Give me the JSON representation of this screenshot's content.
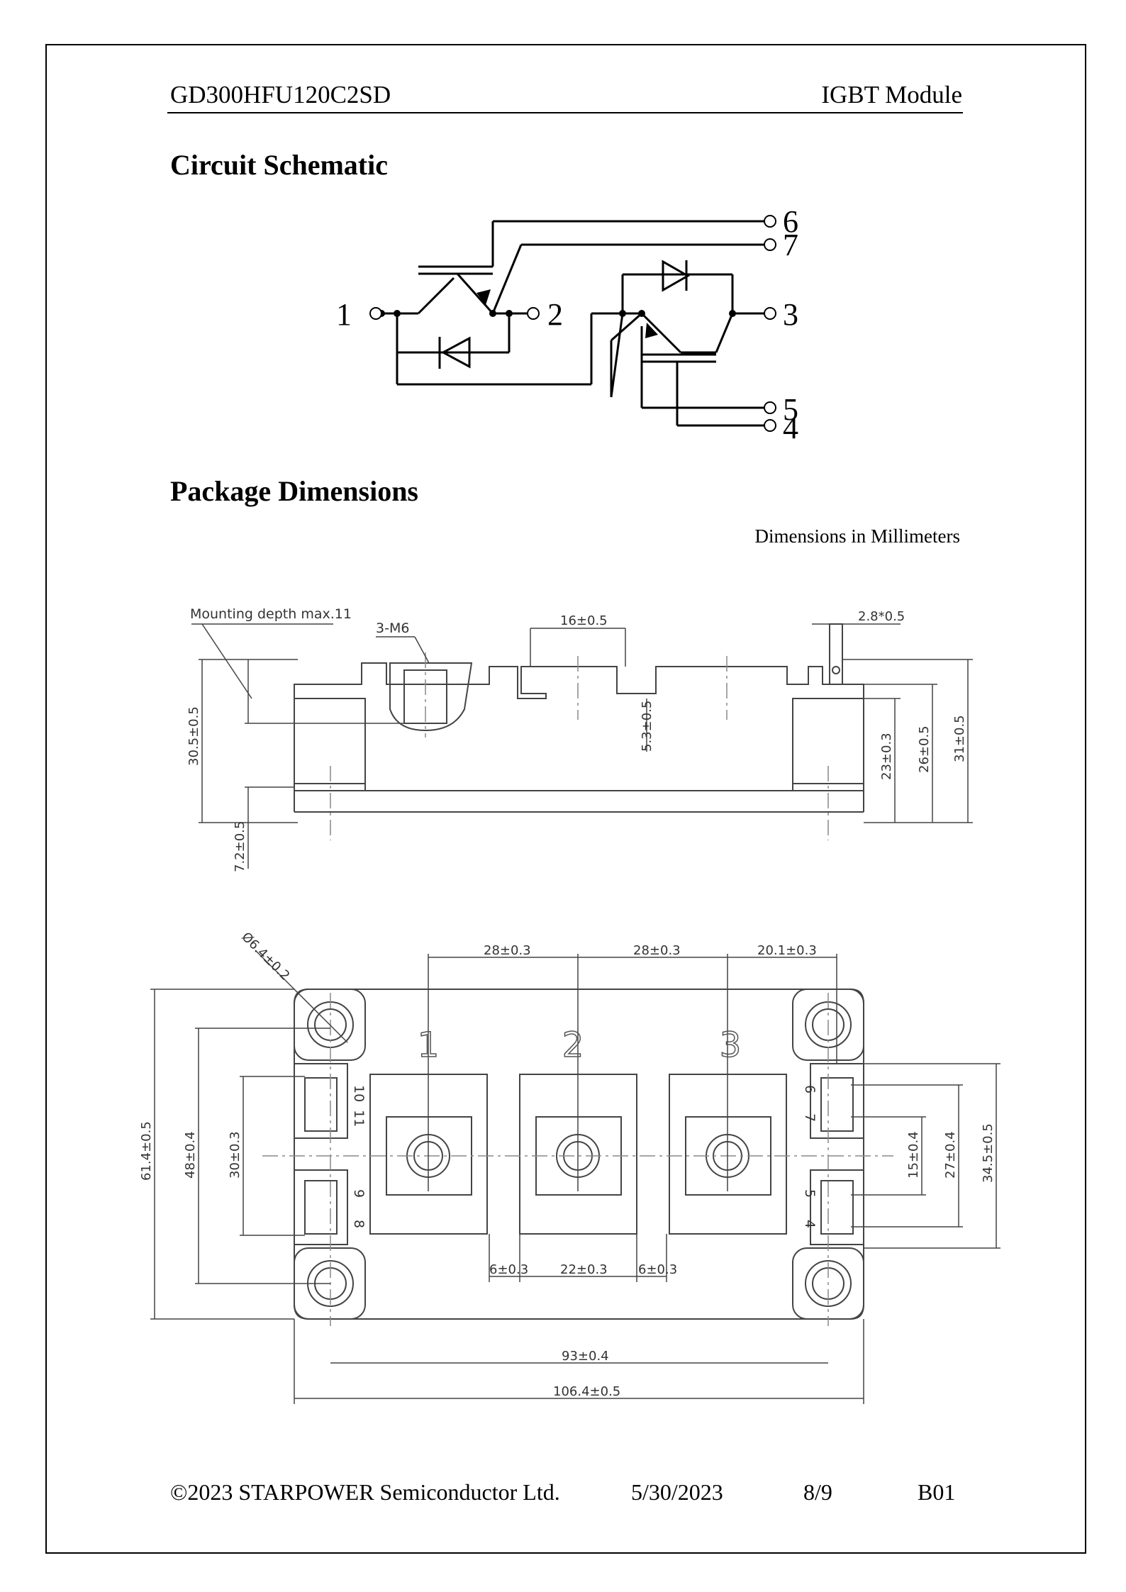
{
  "header": {
    "part_number": "GD300HFU120C2SD",
    "product_type": "IGBT Module"
  },
  "sections": {
    "schematic_title": "Circuit Schematic",
    "package_title": "Package Dimensions",
    "units_note": "Dimensions in Millimeters"
  },
  "schematic": {
    "pins": [
      "1",
      "2",
      "3",
      "4",
      "5",
      "6",
      "7"
    ]
  },
  "side_view": {
    "mounting_note": "Mounting depth max.11",
    "thread_note": "3-M6",
    "dims": {
      "terminal_width": "16±0.5",
      "pin_size": "2.8*0.5",
      "terminal_recess": "5.3±0.5",
      "height_total": "30.5±0.5",
      "base_height": "7.2±0.5",
      "h23": "23±0.3",
      "h26": "26±0.5",
      "h31": "31±0.5"
    }
  },
  "top_view": {
    "terminal_labels": [
      "1",
      "2",
      "3"
    ],
    "aux_pin_labels": [
      "10",
      "11",
      "9",
      "8",
      "6",
      "7",
      "5",
      "4"
    ],
    "dims": {
      "hole_dia": "Ø6.4±0.2",
      "pitch1": "28±0.3",
      "pitch2": "28±0.3",
      "pitch3": "20.1±0.3",
      "width_overall": "61.4±0.5",
      "hole_spacing_v": "48±0.4",
      "aux_span_left": "30±0.3",
      "aux_pitch_right": "15±0.4",
      "aux_span_right": "27±0.4",
      "aux_outer_right": "34.5±0.5",
      "term_gap_left": "6±0.3",
      "term_width": "22±0.3",
      "term_gap_right": "6±0.3",
      "hole_spacing_h": "93±0.4",
      "length_overall": "106.4±0.5"
    }
  },
  "footer": {
    "copyright": "©2023 STARPOWER Semiconductor Ltd.",
    "date": "5/30/2023",
    "page": "8/9",
    "revision": "B01"
  }
}
